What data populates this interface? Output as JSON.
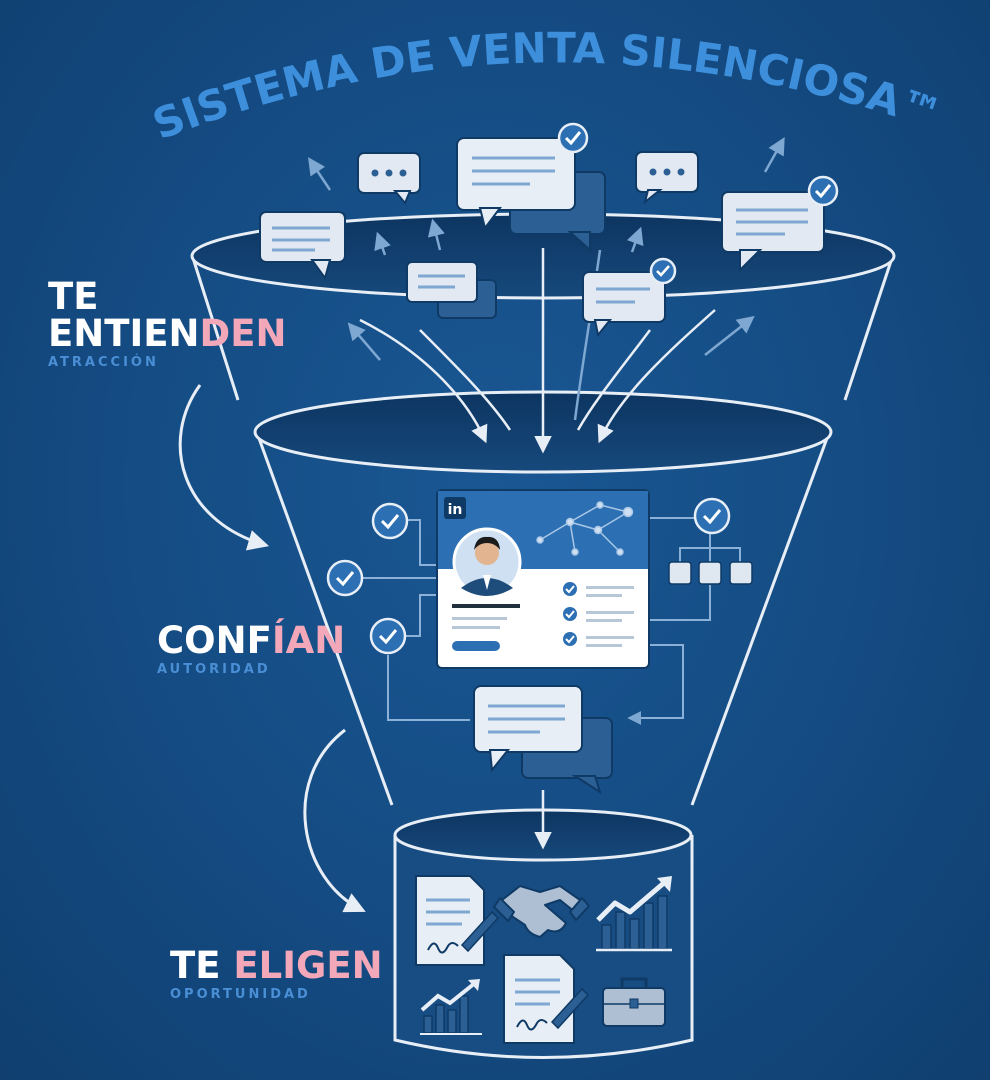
{
  "title": "SISTEMA DE VENTA SILENCIOSA™",
  "stages": [
    {
      "line1": "TE",
      "line2_a": "ENTIEN",
      "line2_b": "DEN",
      "sublabel": "ATRACCIÓN"
    },
    {
      "line_a": "CONF",
      "line_b": "ÍAN",
      "sublabel": "AUTORIDAD"
    },
    {
      "line_a": "TE ",
      "line_b": "ELIGEN",
      "sublabel": "OPORTUNIDAD"
    }
  ],
  "profile_card": {
    "badge": "in"
  },
  "colors": {
    "background": "#144b82",
    "title": "#3d8fdc",
    "label_white": "#ffffff",
    "label_pink": "#f2a8b8",
    "sublabel": "#4a8fd6",
    "funnel_line": "#e8eef6",
    "icon_dark": "#2c5f93",
    "icon_light": "#e2e9f2"
  }
}
